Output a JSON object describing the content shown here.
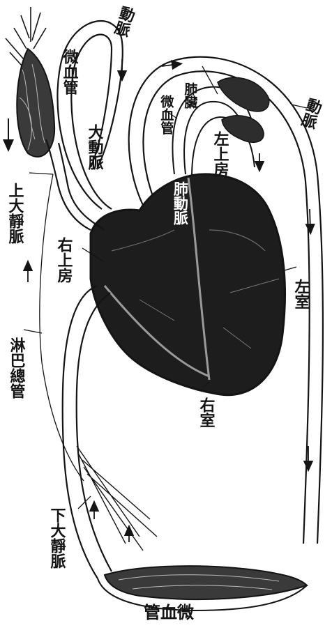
{
  "labels": {
    "artery_top": "動脈",
    "artery_right": "動脈",
    "capillary_upper": "微血管",
    "capillary_lung": "微血管",
    "lung": "肺臟",
    "aorta": "大動脈",
    "left_atrium": "左上房",
    "pulmonary_artery": "肺動脈",
    "superior_vena_cava": "上大靜脈",
    "right_atrium": "右上房",
    "left_ventricle": "左室",
    "lymph_duct": "淋巴總管",
    "right_ventricle": "右室",
    "inferior_vena_cava": "下大靜脈",
    "capillary_bottom": "管血微"
  },
  "colors": {
    "ink": "#141414",
    "heart_fill": "#1d1d1d",
    "paper": "#ffffff"
  }
}
